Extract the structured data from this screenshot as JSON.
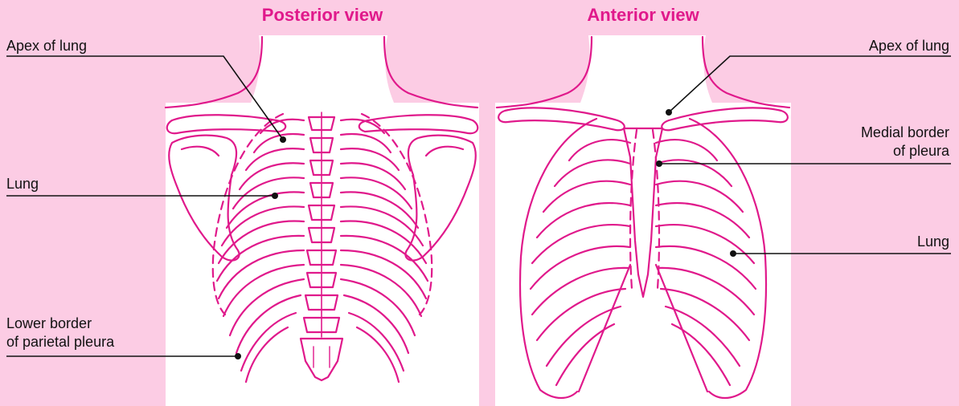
{
  "colors": {
    "background": "#fccce4",
    "panel": "#ffffff",
    "skeleton": "#e0198b",
    "title": "#e0198b",
    "label_text": "#111111"
  },
  "panels": {
    "posterior": {
      "title": "Posterior view"
    },
    "anterior": {
      "title": "Anterior view"
    }
  },
  "labels": {
    "posterior_apex": "Apex of lung",
    "posterior_lung": "Lung",
    "posterior_lower_border": "Lower border\nof parietal pleura",
    "anterior_apex": "Apex of lung",
    "anterior_medial_border": "Medial border\nof pleura",
    "anterior_lung": "Lung"
  }
}
